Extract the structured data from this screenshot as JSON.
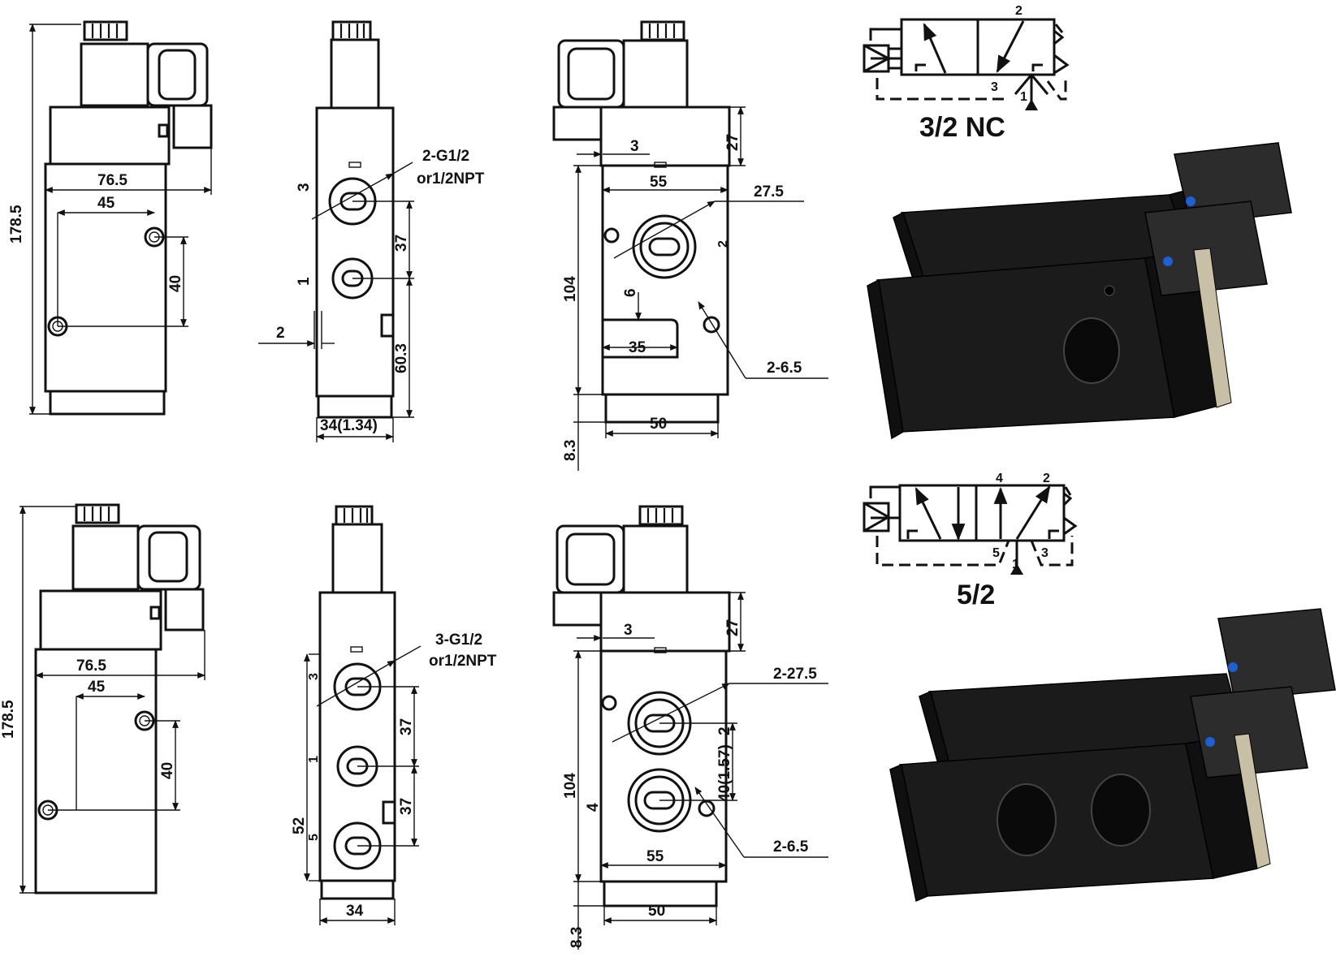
{
  "top_row": {
    "front": {
      "height": "178.5",
      "width": "76.5",
      "hole_spacing": "45",
      "hole_vertical": "40"
    },
    "side": {
      "port_label": "2-G1/2",
      "port_label_alt": "or1/2NPT",
      "port_a": "3",
      "port_b": "1",
      "offset": "2",
      "span_a": "37",
      "span_b": "60.3",
      "width": "34(1.34)"
    },
    "rear": {
      "coil_offset": "3",
      "coil_height": "27",
      "body_width": "55",
      "port_dia": "27.5",
      "port_num": "2",
      "height": "104",
      "slot_depth": "6",
      "slot_width": "35",
      "mount_holes": "2-6.5",
      "base_width": "50",
      "base_offset": "8.3"
    }
  },
  "bottom_row": {
    "front": {
      "height": "178.5",
      "width": "76.5",
      "hole_spacing": "45",
      "hole_vertical": "40"
    },
    "side": {
      "port_label": "3-G1/2",
      "port_label_alt": "or1/2NPT",
      "port_a": "3",
      "port_b": "1",
      "port_c": "5",
      "span_a": "37",
      "span_b": "37",
      "height": "52",
      "width": "34"
    },
    "rear": {
      "coil_offset": "3",
      "coil_height": "27",
      "port_dia": "2-27.5",
      "port_num": "4",
      "port_spacing": "40(1.57)",
      "port_num_b": "2",
      "height": "104",
      "body_width": "55",
      "mount_holes": "2-6.5",
      "base_width": "50",
      "base_offset": "8.3"
    }
  },
  "symbol_32": {
    "title": "3/2 NC",
    "port_out": "2",
    "port_exhaust": "3",
    "port_in": "1"
  },
  "symbol_52": {
    "title": "5/2",
    "port_a": "4",
    "port_b": "2",
    "port_exhaust_a": "5",
    "port_in": "1",
    "port_exhaust_b": "3"
  }
}
